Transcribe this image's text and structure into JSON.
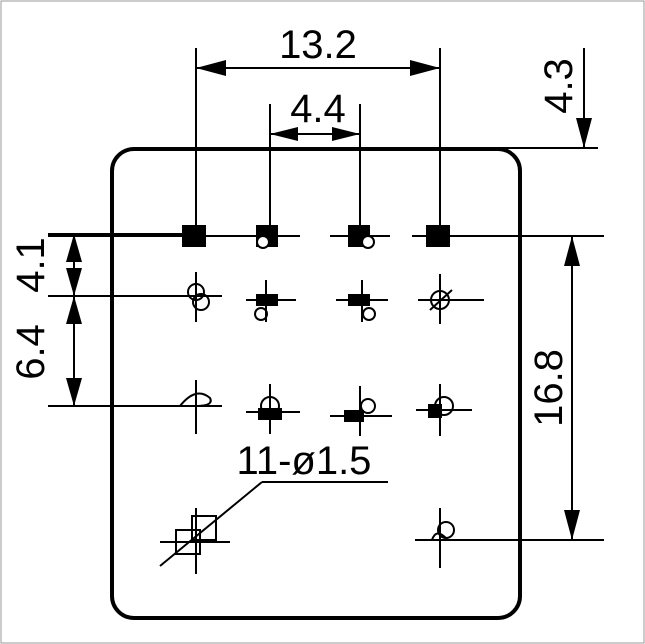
{
  "dimensions": {
    "width_total": "13.2",
    "pitch_horizontal": "4.4",
    "pin_height": "4.3",
    "first_row_offset": "4.1",
    "row_pitch": "6.4",
    "total_height": "16.8",
    "hole_spec": "11-ø1.5"
  },
  "colors": {
    "line": "#000000",
    "background": "#ffffff"
  }
}
